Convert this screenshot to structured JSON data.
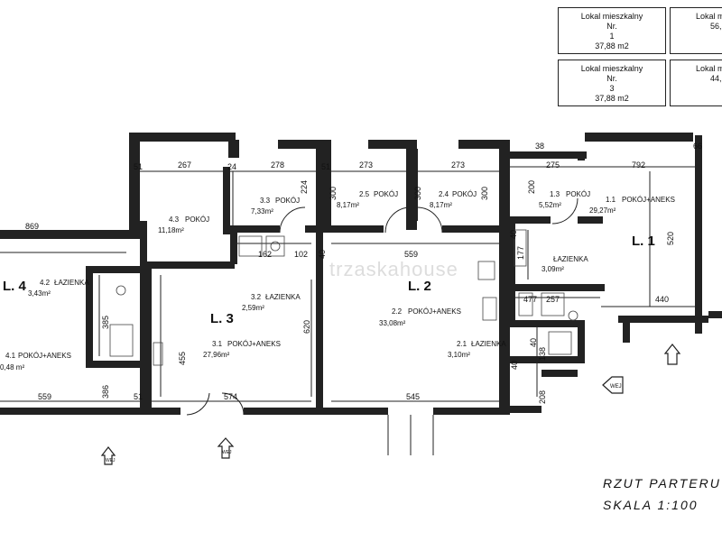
{
  "legend": [
    {
      "title": "Lokal mieszkalny",
      "nr": "Nr.",
      "number": "1",
      "area": "37,88 m2"
    },
    {
      "title": "Lokal m",
      "nr": "",
      "number": "",
      "area": "56,"
    },
    {
      "title": "Lokal mieszkalny",
      "nr": "Nr.",
      "number": "3",
      "area": "37,88 m2"
    },
    {
      "title": "Lokal m",
      "nr": "",
      "number": "",
      "area": "44,"
    }
  ],
  "plan_title": "RZUT PARTERU",
  "plan_scale": "SKALA 1:100",
  "watermark": "trzaskahouse",
  "units": [
    {
      "label": "L. 1"
    },
    {
      "label": "L. 2"
    },
    {
      "label": "L. 3"
    },
    {
      "label": "L. 4"
    }
  ],
  "rooms": [
    {
      "id": "4.3",
      "name": "POKÓJ",
      "area": "11,18m²"
    },
    {
      "id": "3.3",
      "name": "POKÓJ",
      "area": "7,33m²"
    },
    {
      "id": "2.5",
      "name": "POKÓJ",
      "area": "8,17m²"
    },
    {
      "id": "2.4",
      "name": "POKÓJ",
      "area": "8,17m²"
    },
    {
      "id": "1.3",
      "name": "POKÓJ",
      "area": "5,52m²"
    },
    {
      "id": "1.1",
      "name": "POKÓJ+ANEKS",
      "area": "29,27m²"
    },
    {
      "id": "",
      "name": "ŁAZIENKA",
      "area": "3,09m²"
    },
    {
      "id": "4.2",
      "name": "ŁAZIENKA",
      "area": "3,43m²"
    },
    {
      "id": "3.2",
      "name": "ŁAZIENKA",
      "area": "2,59m²"
    },
    {
      "id": "2.2",
      "name": "POKÓJ+ANEKS",
      "area": "33,08m²"
    },
    {
      "id": "2.1",
      "name": "ŁAZIENKA",
      "area": "3,10m²"
    },
    {
      "id": "3.1",
      "name": "POKÓJ+ANEKS",
      "area": "27,96m²"
    },
    {
      "id": "4.1",
      "name": "POKÓJ+ANEKS",
      "area": "0,48 m²"
    }
  ],
  "dimensions": [
    "51",
    "267",
    "24",
    "278",
    "51",
    "273",
    "273",
    "38",
    "275",
    "792",
    "66",
    "224",
    "300",
    "300",
    "300",
    "200",
    "869",
    "162",
    "102",
    "559",
    "40",
    "177",
    "520",
    "440",
    "385",
    "51",
    "477",
    "257",
    "455",
    "620",
    "138",
    "386",
    "559",
    "574",
    "545",
    "208",
    "40",
    "40",
    "40"
  ],
  "entrance_label": "WEJ"
}
